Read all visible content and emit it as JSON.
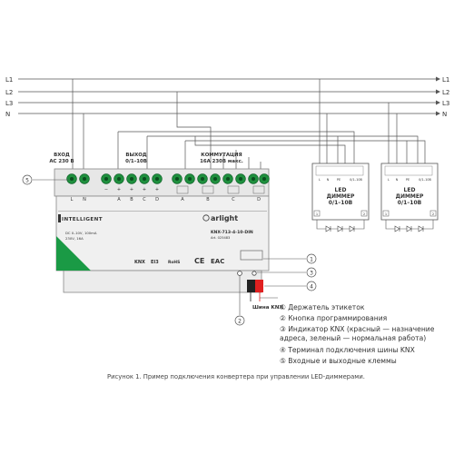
{
  "lines": {
    "left": [
      "L1",
      "L2",
      "L3",
      "N"
    ],
    "right": [
      "L1",
      "L2",
      "L3",
      "N"
    ]
  },
  "device": {
    "input_title": "ВХОД",
    "input_sub": "AC 230 В",
    "output_title": "ВЫХОД",
    "output_sub": "0/1–10В",
    "switch_title": "КОММУТАЦИЯ",
    "switch_sub": "16А 230В макс.",
    "input_terms": [
      "L",
      "N"
    ],
    "output_terms": [
      "−",
      "+",
      "+",
      "+",
      "+"
    ],
    "output_letters": [
      "A",
      "B",
      "C",
      "D"
    ],
    "switch_letters": [
      "A",
      "B",
      "C",
      "D"
    ],
    "brand_left": "INTELLIGENT",
    "brand_right": "arlight",
    "model": "KNX-713-4-10-DIN",
    "model_sub": "Art. 025483",
    "specs": [
      "DC 0–10V, 100mA",
      "230V, 16A"
    ],
    "marks": [
      "KNX",
      "EI3",
      "RoHS",
      "CE",
      "EAC"
    ],
    "knx_bus_label": "Шина KNX",
    "accent_color": "#1a9a45",
    "terminal_color": "#1f8f3e"
  },
  "dimmers": [
    {
      "title": "LED",
      "line2": "ДИММЕР",
      "line3": "0/1–10В",
      "terms": [
        "L",
        "N",
        "PE",
        "0/1–10В"
      ],
      "idx1": "1",
      "idx2": "2"
    },
    {
      "title": "LED",
      "line2": "ДИММЕР",
      "line3": "0/1–10В",
      "terms": [
        "L",
        "N",
        "PE",
        "0/1–10В"
      ],
      "idx1": "1",
      "idx2": "2"
    }
  ],
  "callouts": [
    "1",
    "2",
    "3",
    "4",
    "5"
  ],
  "legend": [
    {
      "num": "①",
      "text": "Держатель этикеток"
    },
    {
      "num": "②",
      "text": "Кнопка программирования"
    },
    {
      "num": "③",
      "text": "Индикатор KNX (красный — назначение адреса, зеленый — нормальная работа)"
    },
    {
      "num": "④",
      "text": "Терминал подключения шины KNX"
    },
    {
      "num": "⑤",
      "text": "Входные и выходные клеммы"
    }
  ],
  "caption": "Рисунок 1. Пример подключения конвертера при управлении LED-диммерами."
}
